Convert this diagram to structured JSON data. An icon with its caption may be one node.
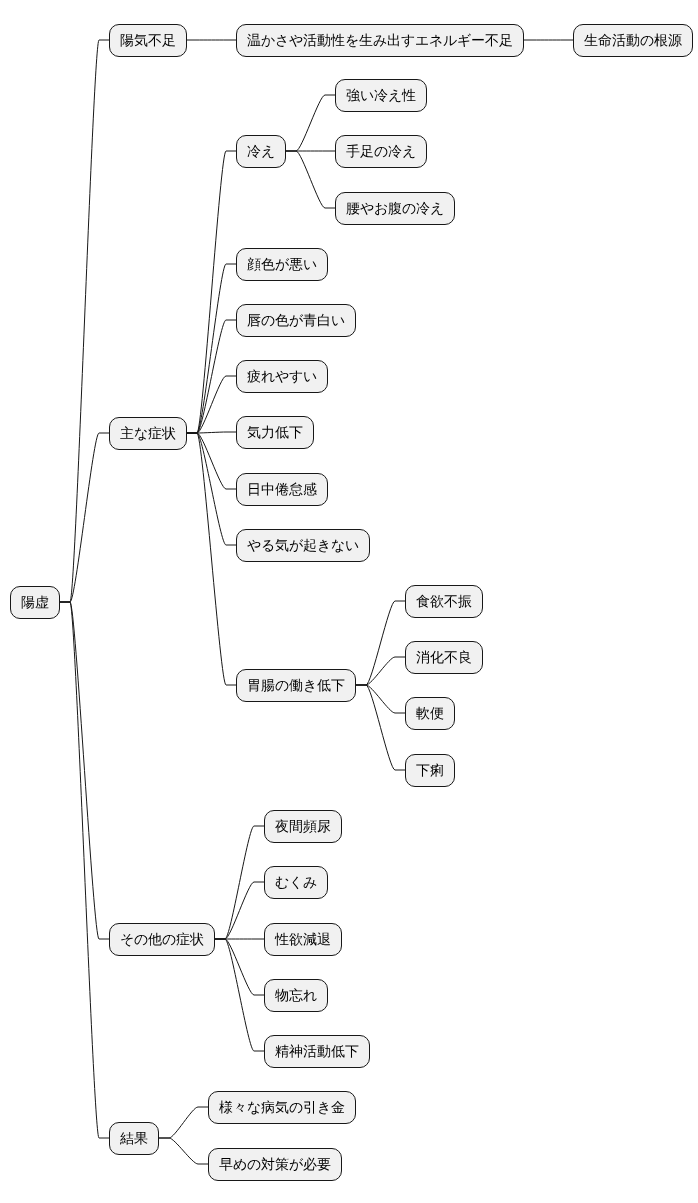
{
  "diagram": {
    "nodes": [
      {
        "text": [
          "陽虚"
        ]
      },
      {
        "text": [
          "陽気不足"
        ]
      },
      {
        "text": [
          "温かさや活動性を生み出すエネルギー不足"
        ]
      },
      {
        "text": [
          "生命活動の根源"
        ]
      },
      {
        "text": [
          "主な症状"
        ]
      },
      {
        "text": [
          "冷え"
        ]
      },
      {
        "text": [
          "強い冷え性"
        ]
      },
      {
        "text": [
          "手足の冷え"
        ]
      },
      {
        "text": [
          "腰やお腹の冷え"
        ]
      },
      {
        "text": [
          "顔色が悪い"
        ]
      },
      {
        "text": [
          "唇の色が青白い"
        ]
      },
      {
        "text": [
          "疲れやすい"
        ]
      },
      {
        "text": [
          "気力低下"
        ]
      },
      {
        "text": [
          "日中倦怠感"
        ]
      },
      {
        "text": [
          "やる気が起きない"
        ]
      },
      {
        "text": [
          "胃腸の働き低下"
        ]
      },
      {
        "text": [
          "食欲不振"
        ]
      },
      {
        "text": [
          "消化不良"
        ]
      },
      {
        "text": [
          "軟便"
        ]
      },
      {
        "text": [
          "下痢"
        ]
      },
      {
        "text": [
          "その他の症状"
        ]
      },
      {
        "text": [
          "夜間頻尿"
        ]
      },
      {
        "text": [
          "むくみ"
        ]
      },
      {
        "text": [
          "性欲減退"
        ]
      },
      {
        "text": [
          "物忘れ"
        ]
      },
      {
        "text": [
          "精神活動低下"
        ]
      },
      {
        "text": [
          "結果"
        ]
      },
      {
        "text": [
          "様々な病気の引き金"
        ]
      },
      {
        "text": [
          "早めの対策が必要"
        ]
      }
    ],
    "edges": [
      {
        "from": 0,
        "to": 1,
        "arrow": "none"
      },
      {
        "from": 1,
        "to": 2,
        "arrow": "none"
      },
      {
        "from": 2,
        "to": 3,
        "arrow": "none"
      },
      {
        "from": 0,
        "to": 4,
        "arrow": "none"
      },
      {
        "from": 4,
        "to": 5,
        "arrow": "none"
      },
      {
        "from": 5,
        "to": 6,
        "arrow": "none"
      },
      {
        "from": 5,
        "to": 7,
        "arrow": "none"
      },
      {
        "from": 5,
        "to": 8,
        "arrow": "none"
      },
      {
        "from": 4,
        "to": 9,
        "arrow": "none"
      },
      {
        "from": 4,
        "to": 10,
        "arrow": "none"
      },
      {
        "from": 4,
        "to": 11,
        "arrow": "none"
      },
      {
        "from": 4,
        "to": 12,
        "arrow": "none"
      },
      {
        "from": 4,
        "to": 13,
        "arrow": "none"
      },
      {
        "from": 4,
        "to": 14,
        "arrow": "none"
      },
      {
        "from": 4,
        "to": 15,
        "arrow": "none"
      },
      {
        "from": 15,
        "to": 16,
        "arrow": "none"
      },
      {
        "from": 15,
        "to": 17,
        "arrow": "none"
      },
      {
        "from": 15,
        "to": 18,
        "arrow": "none"
      },
      {
        "from": 15,
        "to": 19,
        "arrow": "none"
      },
      {
        "from": 0,
        "to": 20,
        "arrow": "none"
      },
      {
        "from": 20,
        "to": 21,
        "arrow": "none"
      },
      {
        "from": 20,
        "to": 22,
        "arrow": "none"
      },
      {
        "from": 20,
        "to": 23,
        "arrow": "none"
      },
      {
        "from": 20,
        "to": 24,
        "arrow": "none"
      },
      {
        "from": 20,
        "to": 25,
        "arrow": "none"
      },
      {
        "from": 0,
        "to": 26,
        "arrow": "none"
      },
      {
        "from": 26,
        "to": 27,
        "arrow": "none"
      },
      {
        "from": 26,
        "to": 28,
        "arrow": "none"
      }
    ]
  }
}
